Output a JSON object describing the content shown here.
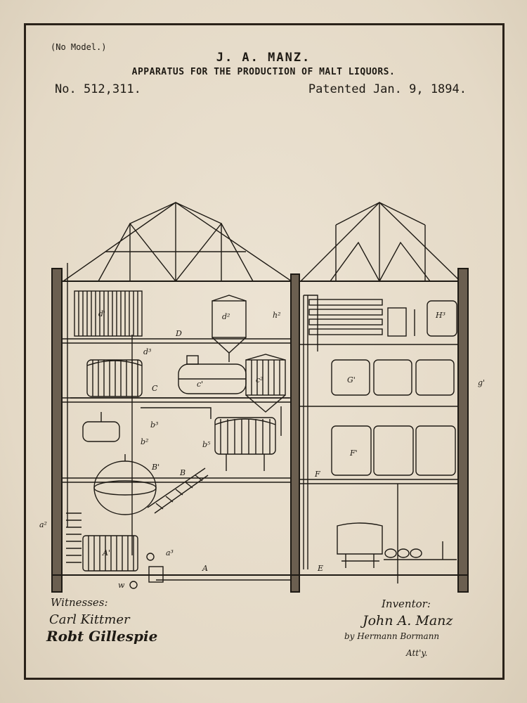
{
  "header": {
    "no_model": "(No Model.)",
    "inventor": "J. A. MANZ.",
    "title": "APPARATUS FOR THE PRODUCTION OF MALT LIQUORS.",
    "patent_number": "No. 512,311.",
    "patent_date": "Patented Jan. 9, 1894."
  },
  "footer": {
    "witnesses_label": "Witnesses:",
    "witness_1": "Carl Kittmer",
    "witness_2": "Robt Gillespie",
    "inventor_label": "Inventor:",
    "inventor_signature": "John A. Manz",
    "attorney": "by Hermann Bormann",
    "atty_abbrev": "Att'y."
  },
  "labels": {
    "A": "A",
    "B": "B",
    "C": "C",
    "D": "D",
    "E": "E",
    "F": "F",
    "a2": "a²",
    "a3": "a³",
    "d1": "d'",
    "d2": "d²",
    "d3": "d³",
    "B1": "B'",
    "c1": "c'",
    "c2": "c²",
    "g1": "g'",
    "h2": "h²",
    "w": "w",
    "H3": "H³",
    "G1": "G'",
    "F1": "F'",
    "A1": "A'",
    "b2": "b²",
    "b3": "b³",
    "b5": "b⁵"
  },
  "colors": {
    "paper": "#e6dccb",
    "ink": "#1e1a14"
  }
}
